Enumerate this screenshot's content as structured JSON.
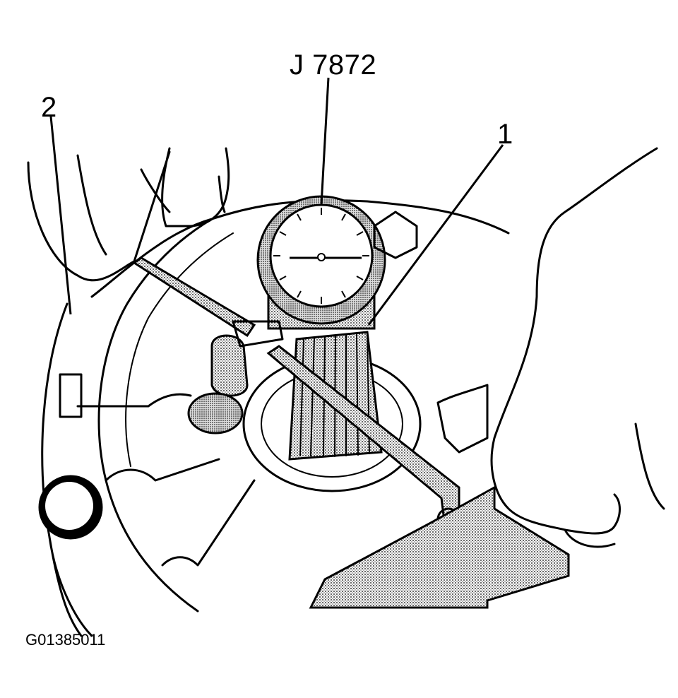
{
  "figure": {
    "tool_label": "J 7872",
    "callouts": [
      "1",
      "2"
    ],
    "figure_id": "G01385011",
    "colors": {
      "line": "#000000",
      "background": "#ffffff",
      "stipple": "#b5b5b5"
    }
  }
}
